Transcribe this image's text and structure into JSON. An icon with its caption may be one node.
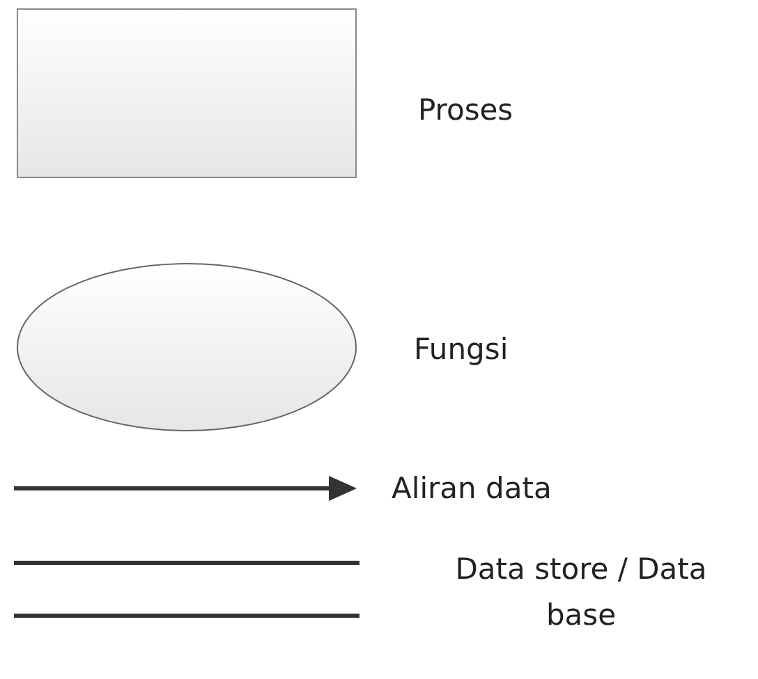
{
  "diagram": {
    "legend": [
      {
        "text": "Proses"
      },
      {
        "text": "Fungsi"
      },
      {
        "text": "Aliran data"
      },
      {
        "text": "Data store / Data base"
      }
    ]
  }
}
